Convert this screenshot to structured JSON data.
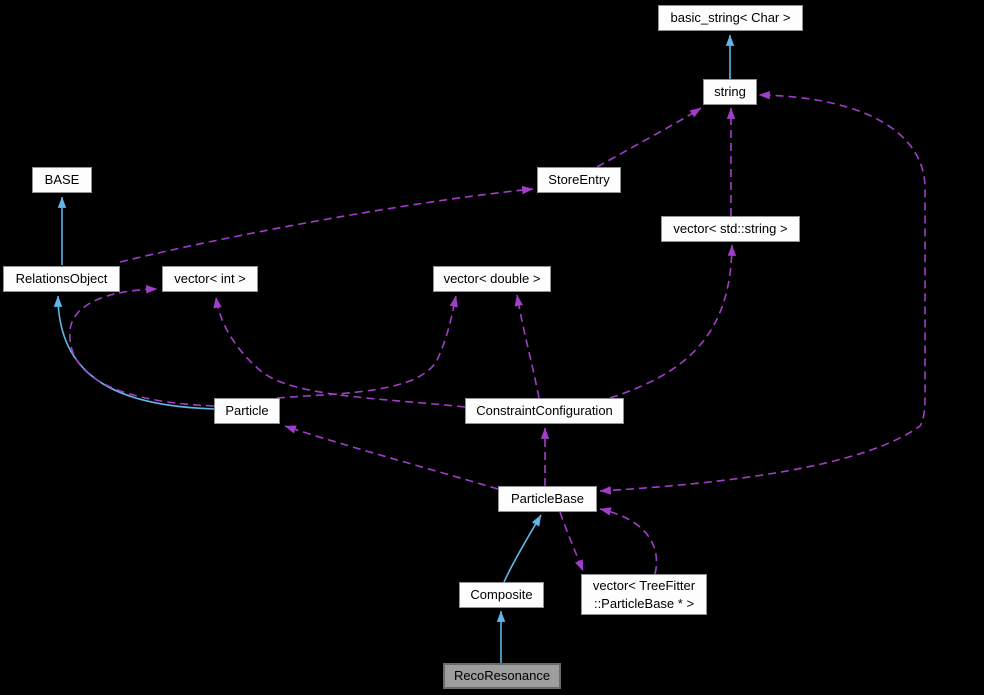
{
  "diagram": {
    "type": "collaboration-graph",
    "colors": {
      "background": "#000000",
      "inheritance_edge": "#63b4e8",
      "usage_edge": "#a13ec9",
      "node_fill": "#fdfdfd",
      "node_border": "#8f9194",
      "highlight_node_fill": "#9d9d9d",
      "highlight_node_border": "#6b6b6b",
      "text": "#000000"
    },
    "nodes": [
      {
        "id": "basic-string",
        "label": "basic_string< Char >"
      },
      {
        "id": "string",
        "label": "string"
      },
      {
        "id": "store-entry",
        "label": "StoreEntry"
      },
      {
        "id": "vector-std-string",
        "label": "vector< std::string >"
      },
      {
        "id": "base",
        "label": "BASE"
      },
      {
        "id": "relations-object",
        "label": "RelationsObject"
      },
      {
        "id": "vector-int",
        "label": "vector< int >"
      },
      {
        "id": "vector-double",
        "label": "vector< double >"
      },
      {
        "id": "particle",
        "label": "Particle"
      },
      {
        "id": "constraint-configuration",
        "label": "ConstraintConfiguration"
      },
      {
        "id": "particle-base",
        "label": "ParticleBase"
      },
      {
        "id": "composite",
        "label": "Composite"
      },
      {
        "id": "vector-treefitter-particlebase",
        "label": "vector< TreeFitter\n::ParticleBase * >"
      },
      {
        "id": "reco-resonance",
        "label": "RecoResonance",
        "highlighted": true
      }
    ],
    "edges": [
      {
        "from": "string",
        "to": "basic_string< Char >",
        "type": "inheritance"
      },
      {
        "from": "RelationsObject",
        "to": "BASE",
        "type": "inheritance"
      },
      {
        "from": "Particle",
        "to": "RelationsObject",
        "type": "inheritance"
      },
      {
        "from": "Composite",
        "to": "ParticleBase",
        "type": "inheritance"
      },
      {
        "from": "RecoResonance",
        "to": "Composite",
        "type": "inheritance"
      },
      {
        "from": "RelationsObject",
        "to": "StoreEntry",
        "type": "usage"
      },
      {
        "from": "StoreEntry",
        "to": "string",
        "type": "usage"
      },
      {
        "from": "vector< std::string >",
        "to": "string",
        "type": "usage"
      },
      {
        "from": "ConstraintConfiguration",
        "to": "vector< std::string >",
        "type": "usage"
      },
      {
        "from": "ConstraintConfiguration",
        "to": "vector< double >",
        "type": "usage"
      },
      {
        "from": "ConstraintConfiguration",
        "to": "vector< int >",
        "type": "usage"
      },
      {
        "from": "Particle",
        "to": "vector< double >",
        "type": "usage"
      },
      {
        "from": "Particle",
        "to": "vector< int >",
        "type": "usage"
      },
      {
        "from": "ParticleBase",
        "to": "Particle",
        "type": "usage"
      },
      {
        "from": "ParticleBase",
        "to": "ConstraintConfiguration",
        "type": "usage"
      },
      {
        "from": "ParticleBase",
        "to": "vector< TreeFitter::ParticleBase * >",
        "type": "usage"
      },
      {
        "from": "vector< TreeFitter::ParticleBase * >",
        "to": "ParticleBase",
        "type": "usage"
      },
      {
        "from": "ParticleBase",
        "to": "string",
        "type": "usage-double-arrow"
      }
    ]
  }
}
